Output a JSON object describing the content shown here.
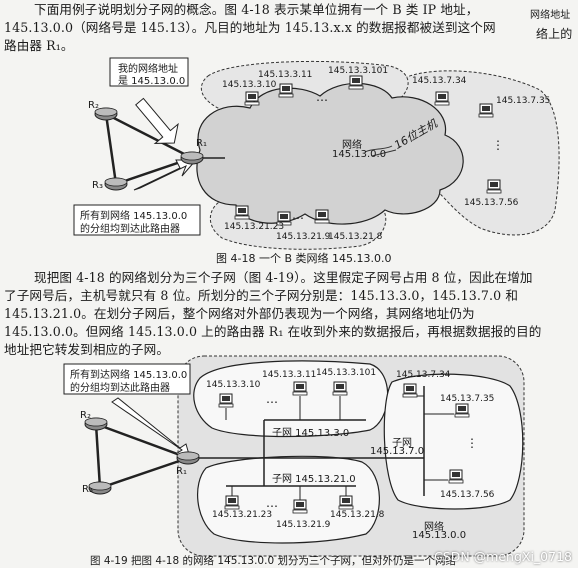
{
  "paragraph1": {
    "lines": [
      "下面用例子说明划分子网的概念。图 4-18 表示某单位拥有一个 B 类 IP 地址，",
      "145.13.0.0（网络号是 145.13）。凡目的地址为 145.13.x.x 的数据报都被送到这个网",
      "路由器 R₁。"
    ],
    "margin_note_1": "网络地址",
    "margin_note_2": "络上的"
  },
  "figure1": {
    "router_r1": "R₁",
    "router_r2": "R₂",
    "router_r3": "R₃",
    "callout_top_line1": "我的网络地址",
    "callout_top_line2": "是 145.13.0.0",
    "callout_bottom_line1": "所有到网络 145.13.0.0",
    "callout_bottom_line2": "的分组均到达此路由器",
    "cloud_label_line1": "网络",
    "cloud_label_line2": "145.13.0.0",
    "handwriting": "16位主机",
    "hosts": {
      "h1": "145.13.3.10",
      "h2": "145.13.3.11",
      "h3": "145.13.3.101",
      "h4": "145.13.7.34",
      "h5": "145.13.7.35",
      "h6": "145.13.7.56",
      "h7": "145.13.21.23",
      "h8": "145.13.21.9",
      "h9": "145.13.21.8"
    },
    "ellipsis": "…",
    "ellipsis_v": "⋮",
    "caption": "图 4-18    一个 B 类网络 145.13.0.0"
  },
  "paragraph2": {
    "lines": [
      "现把图 4-18 的网络划分为三个子网（图 4-19）。这里假定子网号占用 8 位，因此在增加",
      "了子网号后，主机号就只有 8 位。所划分的三个子网分别是：145.13.3.0，145.13.7.0 和",
      "145.13.21.0。在划分子网后，整个网络对外部仍表现为一个网络，其网络地址仍为",
      "145.13.0.0。但网络 145.13.0.0 上的路由器 R₁ 在收到外来的数据报后，再根据数据报的目的",
      "地址把它转发到相应的子网。"
    ]
  },
  "figure2": {
    "router_r1": "R₁",
    "router_r2": "R₂",
    "router_r3": "R₃",
    "callout_line1": "所有到达网络 145.13.0.0",
    "callout_line2": "的分组均到达此路由器",
    "subnet1_label": "子网 145.13.3.0",
    "subnet2_label_line1": "子网",
    "subnet2_label_line2": "145.13.7.0",
    "subnet3_label": "子网 145.13.21.0",
    "network_label_line1": "网络",
    "network_label_line2": "145.13.0.0",
    "hosts": {
      "h1": "145.13.3.10",
      "h2": "145.13.3.11",
      "h3": "145.13.3.101",
      "h4": "145.13.7.34",
      "h5": "145.13.7.35",
      "h6": "145.13.7.56",
      "h7": "145.13.21.23",
      "h8": "145.13.21.9",
      "h9": "145.13.21.8"
    },
    "ellipsis": "…",
    "ellipsis_v": "⋮",
    "caption": "图 4-19    把图 4-18 的网络 145.13.0.0 划分为三个子网，但对外仍是一个网络"
  },
  "watermark": "CSDN @mengXi_0718"
}
